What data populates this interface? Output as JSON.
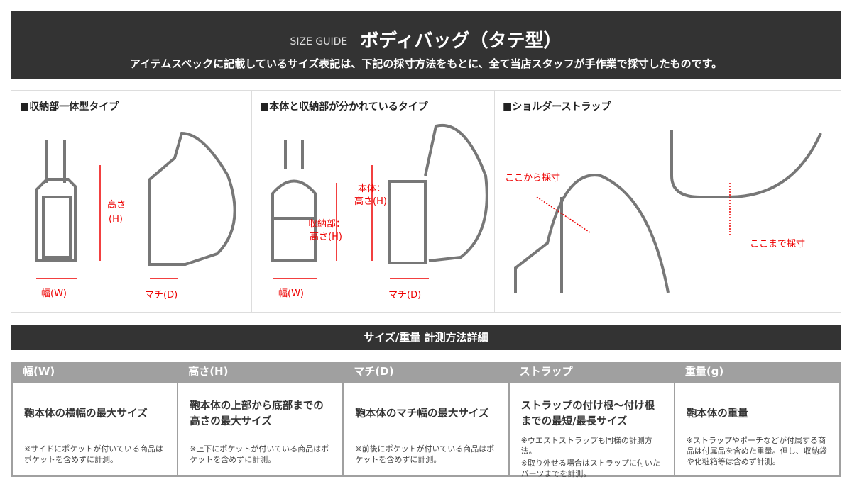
{
  "header": {
    "label": "SIZE GUIDE",
    "title": "ボディバッグ（タテ型）",
    "subtitle": "アイテムスペックに記載しているサイズ表記は、下記の採寸方法をもとに、全て当店スタッフが手作業で採寸したものです。"
  },
  "diagrams": [
    {
      "title": "■収納部一体型タイプ",
      "labels": {
        "height": "高さ",
        "height_unit": "(H)",
        "width": "幅(W)",
        "depth": "マチ(D)"
      }
    },
    {
      "title": "■本体と収納部が分かれているタイプ",
      "labels": {
        "body": "本体：",
        "body_height": "高さ(H)",
        "storage": "収納部：",
        "storage_height": "高さ(H)",
        "width": "幅(W)",
        "depth": "マチ(D)"
      }
    },
    {
      "title": "■ショルダーストラップ",
      "labels": {
        "from": "ここから採寸",
        "to": "ここまで採寸"
      }
    }
  ],
  "band": "サイズ/重量 計測方法詳細",
  "table": [
    {
      "header": "幅(W)",
      "main": "鞄本体の横幅の最大サイズ",
      "notes": [
        "※サイドにポケットが付いている商品はポケットを含めずに計測。"
      ]
    },
    {
      "header": "高さ(H)",
      "main": "鞄本体の上部から底部までの高さの最大サイズ",
      "notes": [
        "※上下にポケットが付いている商品はポケットを含めずに計測。"
      ]
    },
    {
      "header": "マチ(D)",
      "main": "鞄本体のマチ幅の最大サイズ",
      "notes": [
        "※前後にポケットが付いている商品はポケットを含めずに計測。"
      ]
    },
    {
      "header": "ストラップ",
      "main": "ストラップの付け根～付け根までの最短/最長サイズ",
      "notes": [
        "※ウエストストラップも同様の計測方法。",
        "※取り外せる場合はストラップに付いたパーツまでを計測。"
      ]
    },
    {
      "header": "重量(g)",
      "main": "鞄本体の重量",
      "notes": [
        "※ストラップやポーチなどが付属する商品は付属品を含めた重量。但し、収納袋や化粧箱等は含めず計測。"
      ]
    }
  ]
}
